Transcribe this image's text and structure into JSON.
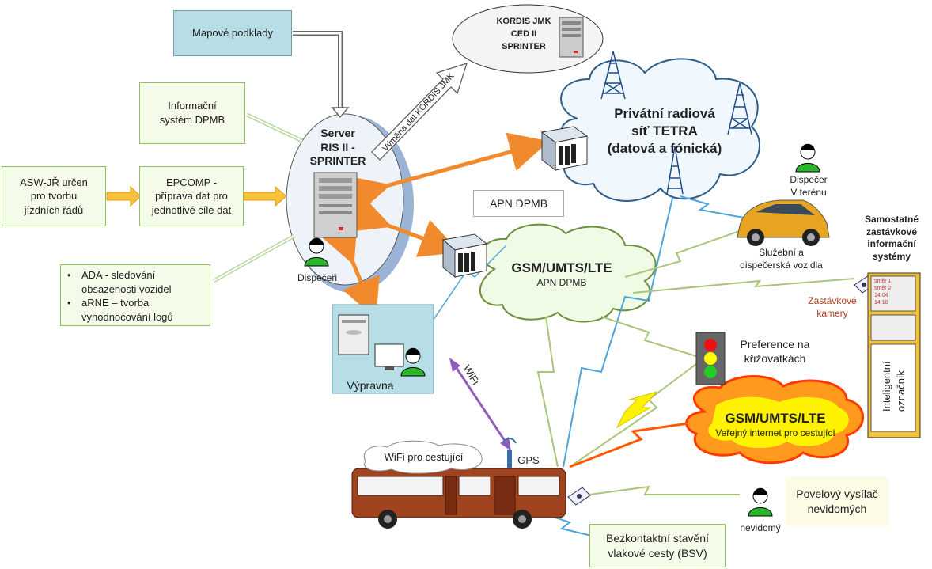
{
  "boxes": {
    "mapove": "Mapové podklady",
    "info_line1": "Informační",
    "info_line2": "systém DPMB",
    "asw_line1": "ASW-JŘ určen",
    "asw_line2": "pro tvorbu",
    "asw_line3": "jízdních řádů",
    "epcomp_line1": "EPCOMP -",
    "epcomp_line2": "příprava dat pro",
    "epcomp_line3": "jednotlivé cíle dat",
    "ada_line1": "ADA - sledování",
    "ada_line2": "obsazenosti vozidel",
    "arne_line1": "aRNE – tvorba",
    "arne_line2": "vyhodnocování logů",
    "apn": "APN DPMB",
    "vypravna": "Výpravna",
    "bsv_line1": "Bezkontaktní stavění",
    "bsv_line2": "vlakové cesty (BSV)",
    "povel_line1": "Povelový vysílač",
    "povel_line2": "nevidomých"
  },
  "server": {
    "line1": "Server",
    "line2": "RIS II -",
    "line3": "SPRINTER",
    "dispatcher": "Dispečeři"
  },
  "kordis": {
    "line1": "KORDIS JMK",
    "line2": "CED II",
    "line3": "SPRINTER",
    "exchange": "Výměna dat KORDIS JMK"
  },
  "tetra": {
    "line1": "Privátní radiová",
    "line2": "síť TETRA",
    "line3": "(datová a fónická)"
  },
  "gsm_apn": {
    "title": "GSM/UMTS/LTE",
    "subtitle": "APN DPMB"
  },
  "gsm_public": {
    "title": "GSM/UMTS/LTE",
    "subtitle": "Veřejný internet pro cestující"
  },
  "labels": {
    "dispecer_line1": "Dispečer",
    "dispecer_line2": "V terénu",
    "vehicles_line1": "Služební a",
    "vehicles_line2": "dispečerská vozidla",
    "stop_systems_line1": "Samostatné",
    "stop_systems_line2": "zastávkové",
    "stop_systems_line3": "informační",
    "stop_systems_line4": "systémy",
    "stop_cameras_line1": "Zastávkové",
    "stop_cameras_line2": "kamery",
    "preference_line1": "Preference na",
    "preference_line2": "křižovatkách",
    "smart_sign_line1": "Inteligentní",
    "smart_sign_line2": "označník",
    "wifi": "WiFi",
    "wifi_passengers": "WiFi pro cestující",
    "gps": "GPS",
    "blind": "nevidomý"
  },
  "bullets": "•",
  "colors": {
    "green_border": "#8fc45a",
    "orange_arrow": "#f08a2c",
    "purple_arrow": "#8e5fb8",
    "bus_body": "#a0431f",
    "cloud_blue": "#f0f8fd",
    "cloud_green": "#f0fbe6",
    "cloud_orange": "#ff9a1e"
  }
}
